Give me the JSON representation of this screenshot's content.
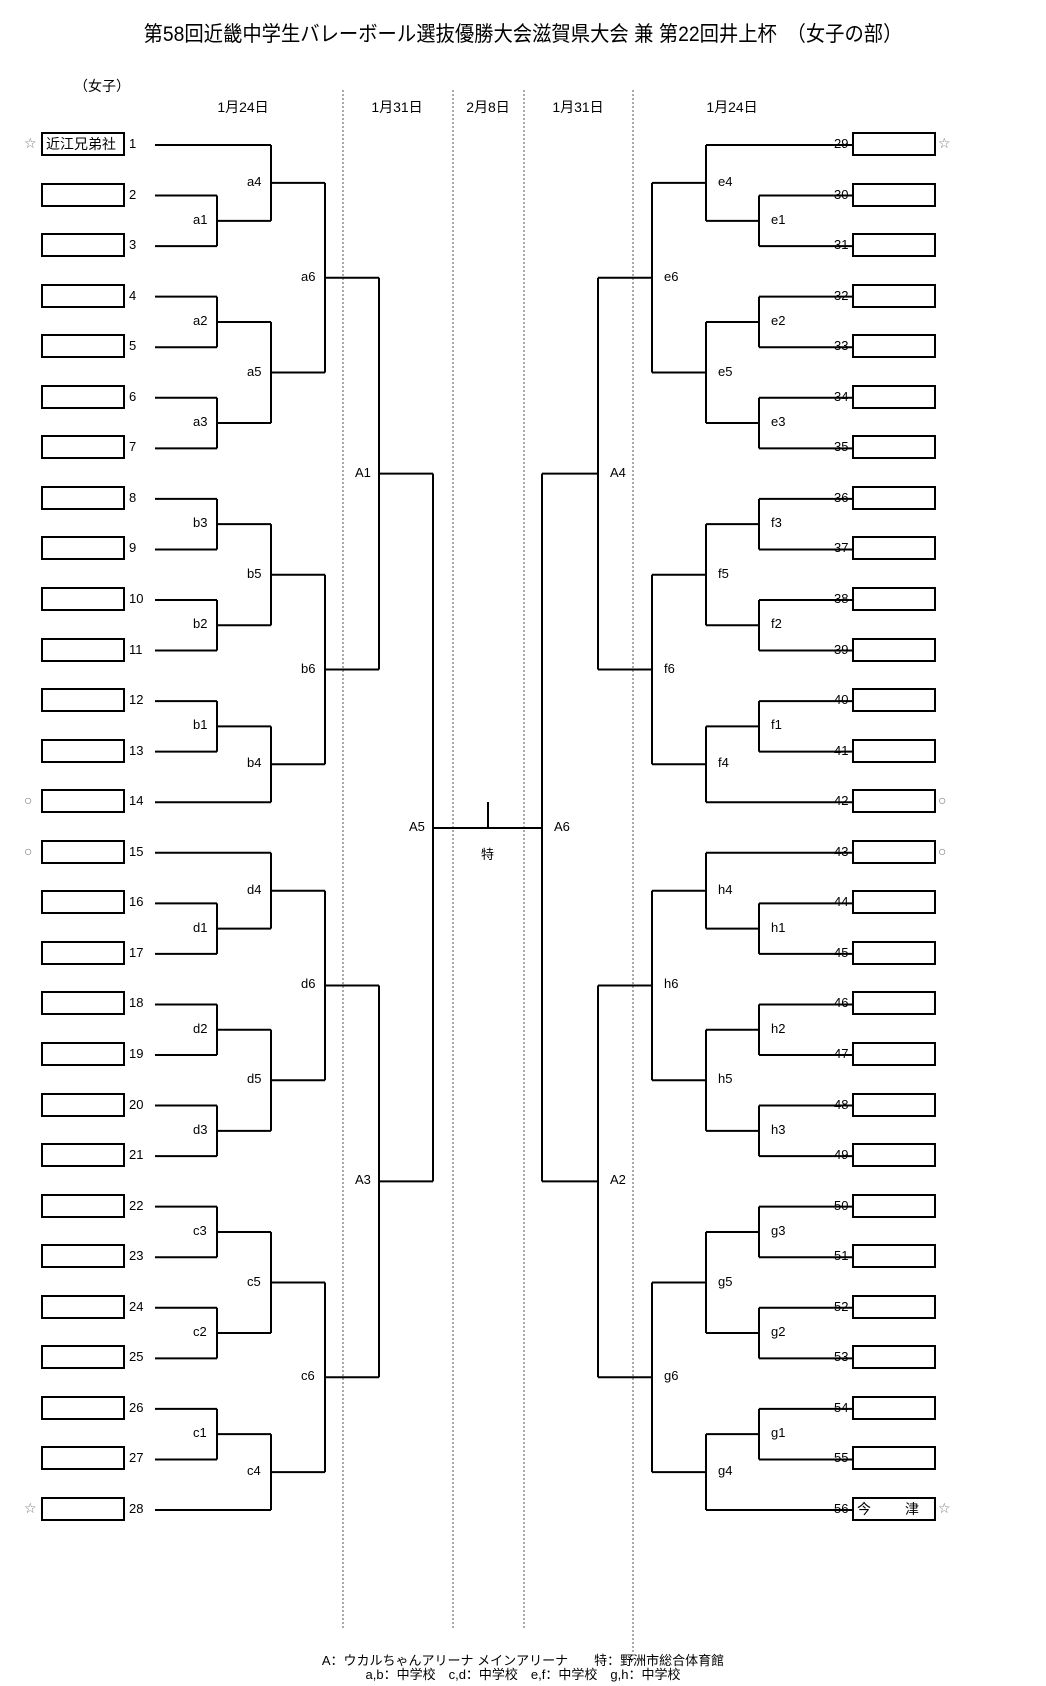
{
  "title": "第58回近畿中学生バレーボール選抜優勝大会滋賀県大会 兼 第22回井上杯　（女子の部）",
  "subtitle": "（女子）",
  "dates": [
    {
      "label": "1月24日",
      "column": "left-early"
    },
    {
      "label": "1月31日",
      "column": "left-late"
    },
    {
      "label": "2月8日",
      "column": "final"
    },
    {
      "label": "1月31日",
      "column": "right-late"
    },
    {
      "label": "1月24日",
      "column": "right-early"
    }
  ],
  "left_slots": [
    {
      "num": "1",
      "team": "近江兄弟社",
      "mark": "☆"
    },
    {
      "num": "2",
      "team": "",
      "mark": ""
    },
    {
      "num": "3",
      "team": "",
      "mark": ""
    },
    {
      "num": "4",
      "team": "",
      "mark": ""
    },
    {
      "num": "5",
      "team": "",
      "mark": ""
    },
    {
      "num": "6",
      "team": "",
      "mark": ""
    },
    {
      "num": "7",
      "team": "",
      "mark": ""
    },
    {
      "num": "8",
      "team": "",
      "mark": ""
    },
    {
      "num": "9",
      "team": "",
      "mark": ""
    },
    {
      "num": "10",
      "team": "",
      "mark": ""
    },
    {
      "num": "11",
      "team": "",
      "mark": ""
    },
    {
      "num": "12",
      "team": "",
      "mark": ""
    },
    {
      "num": "13",
      "team": "",
      "mark": ""
    },
    {
      "num": "14",
      "team": "",
      "mark": "○"
    },
    {
      "num": "15",
      "team": "",
      "mark": "○"
    },
    {
      "num": "16",
      "team": "",
      "mark": ""
    },
    {
      "num": "17",
      "team": "",
      "mark": ""
    },
    {
      "num": "18",
      "team": "",
      "mark": ""
    },
    {
      "num": "19",
      "team": "",
      "mark": ""
    },
    {
      "num": "20",
      "team": "",
      "mark": ""
    },
    {
      "num": "21",
      "team": "",
      "mark": ""
    },
    {
      "num": "22",
      "team": "",
      "mark": ""
    },
    {
      "num": "23",
      "team": "",
      "mark": ""
    },
    {
      "num": "24",
      "team": "",
      "mark": ""
    },
    {
      "num": "25",
      "team": "",
      "mark": ""
    },
    {
      "num": "26",
      "team": "",
      "mark": ""
    },
    {
      "num": "27",
      "team": "",
      "mark": ""
    },
    {
      "num": "28",
      "team": "",
      "mark": "☆"
    }
  ],
  "right_slots": [
    {
      "num": "29",
      "team": "",
      "mark": "☆"
    },
    {
      "num": "30",
      "team": "",
      "mark": ""
    },
    {
      "num": "31",
      "team": "",
      "mark": ""
    },
    {
      "num": "32",
      "team": "",
      "mark": ""
    },
    {
      "num": "33",
      "team": "",
      "mark": ""
    },
    {
      "num": "34",
      "team": "",
      "mark": ""
    },
    {
      "num": "35",
      "team": "",
      "mark": ""
    },
    {
      "num": "36",
      "team": "",
      "mark": ""
    },
    {
      "num": "37",
      "team": "",
      "mark": ""
    },
    {
      "num": "38",
      "team": "",
      "mark": ""
    },
    {
      "num": "39",
      "team": "",
      "mark": ""
    },
    {
      "num": "40",
      "team": "",
      "mark": ""
    },
    {
      "num": "41",
      "team": "",
      "mark": ""
    },
    {
      "num": "42",
      "team": "",
      "mark": "○"
    },
    {
      "num": "43",
      "team": "",
      "mark": "○"
    },
    {
      "num": "44",
      "team": "",
      "mark": ""
    },
    {
      "num": "45",
      "team": "",
      "mark": ""
    },
    {
      "num": "46",
      "team": "",
      "mark": ""
    },
    {
      "num": "47",
      "team": "",
      "mark": ""
    },
    {
      "num": "48",
      "team": "",
      "mark": ""
    },
    {
      "num": "49",
      "team": "",
      "mark": ""
    },
    {
      "num": "50",
      "team": "",
      "mark": ""
    },
    {
      "num": "51",
      "team": "",
      "mark": ""
    },
    {
      "num": "52",
      "team": "",
      "mark": ""
    },
    {
      "num": "53",
      "team": "",
      "mark": ""
    },
    {
      "num": "54",
      "team": "",
      "mark": ""
    },
    {
      "num": "55",
      "team": "",
      "mark": ""
    },
    {
      "num": "56",
      "team": "今　　津",
      "mark": "☆"
    }
  ],
  "matches": {
    "left": [
      {
        "id": "a1",
        "level": 1,
        "from": [
          2,
          3
        ]
      },
      {
        "id": "a2",
        "level": 1,
        "from": [
          4,
          5
        ]
      },
      {
        "id": "a3",
        "level": 1,
        "from": [
          6,
          7
        ]
      },
      {
        "id": "a4",
        "level": 2,
        "from": [
          1,
          "a1"
        ]
      },
      {
        "id": "a5",
        "level": 2,
        "from": [
          "a2",
          "a3"
        ]
      },
      {
        "id": "a6",
        "level": 3,
        "from": [
          "a4",
          "a5"
        ]
      },
      {
        "id": "b3",
        "level": 1,
        "from": [
          8,
          9
        ]
      },
      {
        "id": "b2",
        "level": 1,
        "from": [
          10,
          11
        ]
      },
      {
        "id": "b1",
        "level": 1,
        "from": [
          12,
          13
        ]
      },
      {
        "id": "b5",
        "level": 2,
        "from": [
          "b3",
          "b2"
        ]
      },
      {
        "id": "b4",
        "level": 2,
        "from": [
          "b1",
          14
        ]
      },
      {
        "id": "b6",
        "level": 3,
        "from": [
          "b5",
          "b4"
        ]
      },
      {
        "id": "A1",
        "level": 4,
        "from": [
          "a6",
          "b6"
        ]
      },
      {
        "id": "d1",
        "level": 1,
        "from": [
          16,
          17
        ]
      },
      {
        "id": "d2",
        "level": 1,
        "from": [
          18,
          19
        ]
      },
      {
        "id": "d3",
        "level": 1,
        "from": [
          20,
          21
        ]
      },
      {
        "id": "d4",
        "level": 2,
        "from": [
          15,
          "d1"
        ]
      },
      {
        "id": "d5",
        "level": 2,
        "from": [
          "d2",
          "d3"
        ]
      },
      {
        "id": "d6",
        "level": 3,
        "from": [
          "d4",
          "d5"
        ]
      },
      {
        "id": "c3",
        "level": 1,
        "from": [
          22,
          23
        ]
      },
      {
        "id": "c2",
        "level": 1,
        "from": [
          24,
          25
        ]
      },
      {
        "id": "c1",
        "level": 1,
        "from": [
          26,
          27
        ]
      },
      {
        "id": "c5",
        "level": 2,
        "from": [
          "c3",
          "c2"
        ]
      },
      {
        "id": "c4",
        "level": 2,
        "from": [
          "c1",
          28
        ]
      },
      {
        "id": "c6",
        "level": 3,
        "from": [
          "c5",
          "c4"
        ]
      },
      {
        "id": "A3",
        "level": 4,
        "from": [
          "d6",
          "c6"
        ]
      },
      {
        "id": "A5",
        "level": 5,
        "from": [
          "A1",
          "A3"
        ]
      }
    ],
    "right": [
      {
        "id": "e1",
        "level": 1,
        "from": [
          30,
          31
        ]
      },
      {
        "id": "e2",
        "level": 1,
        "from": [
          32,
          33
        ]
      },
      {
        "id": "e3",
        "level": 1,
        "from": [
          34,
          35
        ]
      },
      {
        "id": "e4",
        "level": 2,
        "from": [
          29,
          "e1"
        ]
      },
      {
        "id": "e5",
        "level": 2,
        "from": [
          "e2",
          "e3"
        ]
      },
      {
        "id": "e6",
        "level": 3,
        "from": [
          "e4",
          "e5"
        ]
      },
      {
        "id": "f3",
        "level": 1,
        "from": [
          36,
          37
        ]
      },
      {
        "id": "f2",
        "level": 1,
        "from": [
          38,
          39
        ]
      },
      {
        "id": "f1",
        "level": 1,
        "from": [
          40,
          41
        ]
      },
      {
        "id": "f5",
        "level": 2,
        "from": [
          "f3",
          "f2"
        ]
      },
      {
        "id": "f4",
        "level": 2,
        "from": [
          "f1",
          42
        ]
      },
      {
        "id": "f6",
        "level": 3,
        "from": [
          "f5",
          "f4"
        ]
      },
      {
        "id": "A4",
        "level": 4,
        "from": [
          "e6",
          "f6"
        ]
      },
      {
        "id": "h1",
        "level": 1,
        "from": [
          44,
          45
        ]
      },
      {
        "id": "h2",
        "level": 1,
        "from": [
          46,
          47
        ]
      },
      {
        "id": "h3",
        "level": 1,
        "from": [
          48,
          49
        ]
      },
      {
        "id": "h4",
        "level": 2,
        "from": [
          43,
          "h1"
        ]
      },
      {
        "id": "h5",
        "level": 2,
        "from": [
          "h2",
          "h3"
        ]
      },
      {
        "id": "h6",
        "level": 3,
        "from": [
          "h4",
          "h5"
        ]
      },
      {
        "id": "g3",
        "level": 1,
        "from": [
          50,
          51
        ]
      },
      {
        "id": "g2",
        "level": 1,
        "from": [
          52,
          53
        ]
      },
      {
        "id": "g1",
        "level": 1,
        "from": [
          54,
          55
        ]
      },
      {
        "id": "g5",
        "level": 2,
        "from": [
          "g3",
          "g2"
        ]
      },
      {
        "id": "g4",
        "level": 2,
        "from": [
          "g1",
          56
        ]
      },
      {
        "id": "g6",
        "level": 3,
        "from": [
          "g5",
          "g4"
        ]
      },
      {
        "id": "A2",
        "level": 4,
        "from": [
          "h6",
          "g6"
        ]
      },
      {
        "id": "A6",
        "level": 5,
        "from": [
          "A4",
          "A2"
        ]
      }
    ],
    "final": {
      "id": "特",
      "from": [
        "A5",
        "A6"
      ]
    }
  },
  "footer": {
    "line1": "A：ウカルちゃんアリーナ メインアリーナ　　特：野洲市総合体育館",
    "line2": "a,b：中学校　c,d：中学校　e,f：中学校　g,h：中学校"
  }
}
